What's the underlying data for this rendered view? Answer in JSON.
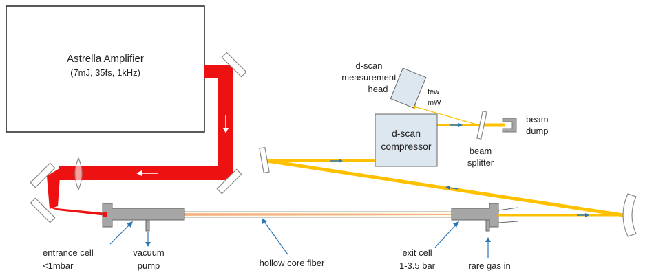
{
  "colors": {
    "beam_red": "#ee1111",
    "beam_yellow": "#ffc000",
    "arrow_blue": "#2e75b6",
    "optic_gray": "#888888",
    "cell_fill": "#a6a6a6",
    "compressor_fill": "#dde7f0"
  },
  "amplifier": {
    "title": "Astrella Amplifier",
    "specs": "(7mJ, 35fs, 1kHz)"
  },
  "compressor": {
    "line1": "d-scan",
    "line2": "compressor"
  },
  "measurement_head": {
    "line1": "d-scan",
    "line2": "measurement",
    "line3": "head"
  },
  "few_mw": {
    "line1": "few",
    "line2": "mW"
  },
  "beam_splitter": {
    "line1": "beam",
    "line2": "splitter"
  },
  "beam_dump": {
    "line1": "beam",
    "line2": "dump"
  },
  "entrance_cell": {
    "line1": "entrance cell",
    "line2": "<1mbar"
  },
  "vacuum_pump": {
    "line1": "vacuum",
    "line2": "pump"
  },
  "fiber": {
    "label": "hollow core fiber"
  },
  "exit_cell": {
    "line1": "exit cell",
    "line2": "1-3.5 bar"
  },
  "gas_inlet": {
    "label": "rare gas in"
  }
}
